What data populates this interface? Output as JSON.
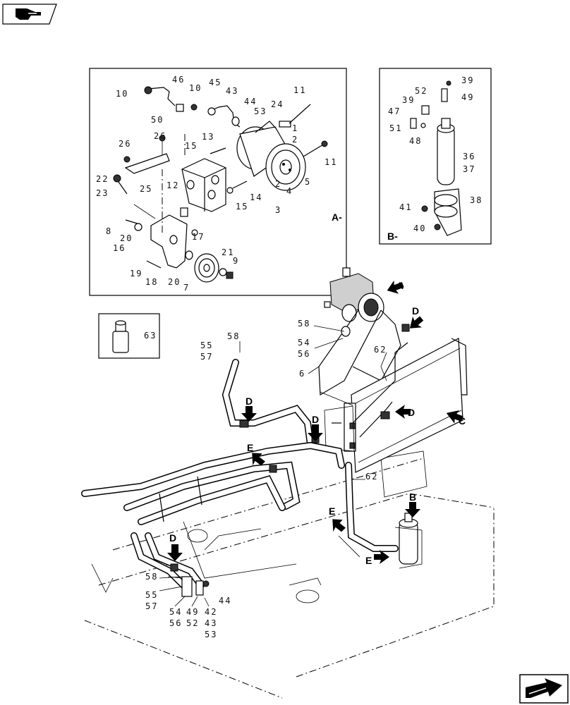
{
  "nav": {
    "top_icon": "hand-pointer-icon",
    "bottom_icon": "next-page-arrow-icon"
  },
  "detail_a": {
    "caption": "A-",
    "labels": [
      "10",
      "46",
      "10",
      "45",
      "43",
      "44",
      "53",
      "50",
      "24",
      "11",
      "1",
      "2",
      "26",
      "26",
      "13",
      "15",
      "11",
      "22",
      "25",
      "23",
      "12",
      "14",
      "15",
      "5",
      "4",
      "2",
      "3",
      "8",
      "20",
      "17",
      "16",
      "19",
      "18",
      "20",
      "7",
      "21",
      "9"
    ]
  },
  "detail_b": {
    "caption": "B-",
    "labels": [
      "39",
      "52",
      "49",
      "39",
      "47",
      "51",
      "48",
      "36",
      "37",
      "41",
      "38",
      "40"
    ]
  },
  "detail_63": {
    "label": "63"
  },
  "main": {
    "callouts": [
      "A",
      "D",
      "C",
      "D",
      "D",
      "D",
      "E",
      "E",
      "E",
      "D",
      "B"
    ],
    "labels": [
      "58",
      "54",
      "56",
      "6",
      "62",
      "58",
      "55",
      "57",
      "62",
      "58",
      "55",
      "57",
      "54",
      "56",
      "49",
      "52",
      "42",
      "43",
      "53",
      "44"
    ]
  }
}
